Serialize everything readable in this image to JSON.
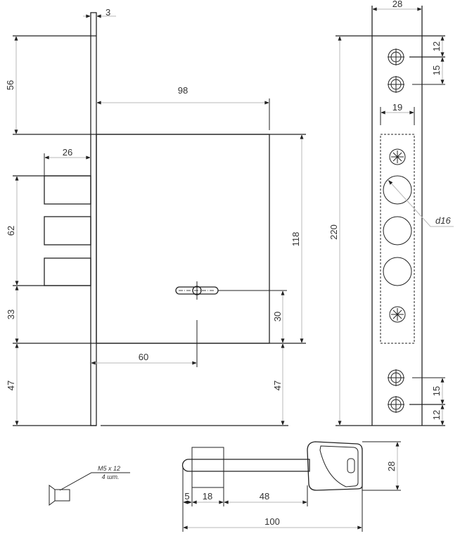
{
  "drawing": {
    "dims": {
      "plate_thickness": "3",
      "top_offset": "56",
      "body_depth": "98",
      "bolt_throw": "26",
      "bolt_span": "62",
      "bolt_to_base": "33",
      "bottom_offset_left": "47",
      "backset": "60",
      "body_height": "118",
      "keyhole_height": "30",
      "bottom_offset_right": "47",
      "faceplate_width": "28",
      "faceplate_length": "220",
      "screw_top_1": "12",
      "screw_top_2": "15",
      "hole_zone_width": "19",
      "hole_diameter": "d16",
      "screw_bottom_1": "15",
      "screw_bottom_2": "12",
      "key_tip": "5",
      "key_cylinder": "18",
      "key_shaft": "48",
      "key_total": "100",
      "key_head": "28"
    },
    "screw_note": {
      "size": "M5 x 12",
      "qty": "4 шт."
    }
  }
}
